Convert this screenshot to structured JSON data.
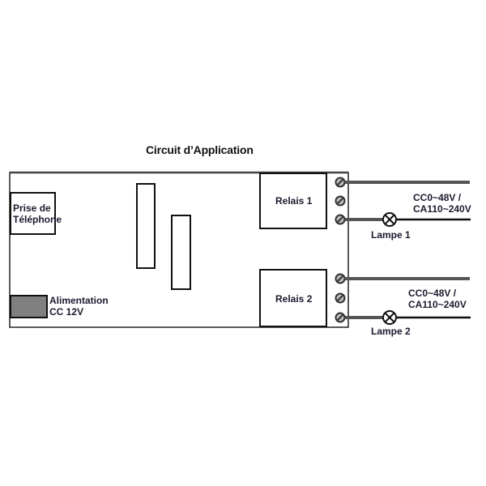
{
  "diagram": {
    "title": "Circuit d’Application",
    "components": {
      "phone_jack": {
        "line1": "Prise de",
        "line2": "Téléphone"
      },
      "power": {
        "line1": "Alimentation",
        "line2": "CC 12V"
      },
      "relay1": {
        "label": "Relais 1"
      },
      "relay2": {
        "label": "Relais 2"
      }
    },
    "outputs": [
      {
        "voltage_line1": "CC0~48V /",
        "voltage_line2": "CA110~240V",
        "lamp_label": "Lampe 1"
      },
      {
        "voltage_line1": "CC0~48V /",
        "voltage_line2": "CA110~240V",
        "lamp_label": "Lampe 2"
      }
    ],
    "icons": {
      "terminal": "screw-terminal-icon",
      "lamp": "lamp-icon"
    },
    "colors": {
      "outline": "#111111",
      "wire": "#555555",
      "power_fill": "#808080",
      "text": "#1a1a2e"
    }
  }
}
